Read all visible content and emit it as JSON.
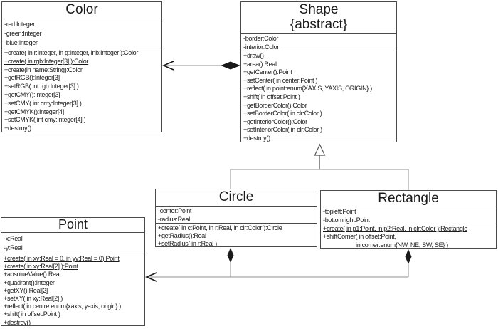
{
  "colors": {
    "background": "#ffffff",
    "box_border": "#4a4a4a",
    "connector_line": "#909090",
    "marker": "#1a1a1a",
    "text": "#1a1a1a"
  },
  "classes": {
    "color": {
      "title": "Color",
      "attributes": [
        "-red:Integer",
        "-green:Integer",
        "-blue:Integer"
      ],
      "methods": [
        {
          "text": "+create( in r:Integer, in g:Integer, inb:Integer ):Color",
          "static": true
        },
        {
          "text": "+create( in rgb:Integer[3] ):Color",
          "static": true
        },
        {
          "text": "+create(in name:String):Color",
          "static": true
        },
        {
          "text": "+getRGB():Integer[3]",
          "static": false
        },
        {
          "text": "+setRGB( int rgb:Integer[3] )",
          "static": false
        },
        {
          "text": "+getCMY():Integer[3]",
          "static": false
        },
        {
          "text": "+setCMY( int cmy:Integer[3] )",
          "static": false
        },
        {
          "text": "+getCMYK():Integer[4]",
          "static": false
        },
        {
          "text": "+setCMYK( int cmy:Integer[4] )",
          "static": false
        },
        {
          "text": "+destroy()",
          "static": false
        }
      ]
    },
    "shape": {
      "title": "Shape",
      "stereotype": "{abstract}",
      "attributes": [
        "-border:Color",
        "-interior:Color"
      ],
      "methods": [
        {
          "text": "+draw()",
          "static": false
        },
        {
          "text": "+area():Real",
          "static": false
        },
        {
          "text": "+getCenter():Point",
          "static": false
        },
        {
          "text": "+setCenter( in center:Point )",
          "static": false
        },
        {
          "text": "+reflect( in point:enum{XAXIS, YAXIS, ORIGIN} )",
          "static": false
        },
        {
          "text": "+shift( in offset:Point )",
          "static": false
        },
        {
          "text": "+getBorderColor():Color",
          "static": false
        },
        {
          "text": "+setBorderColor( in clr:Color )",
          "static": false
        },
        {
          "text": "+getInteriorColor():Color",
          "static": false
        },
        {
          "text": "+setInteriorColor( in clr:Color )",
          "static": false
        },
        {
          "text": "+destroy()",
          "static": false
        }
      ]
    },
    "circle": {
      "title": "Circle",
      "attributes": [
        "-center:Point",
        "-radius:Real"
      ],
      "methods": [
        {
          "text": "+create( in c:Point, in r:Real, in clr:Color ):Circle",
          "static": true
        },
        {
          "text": "+getRadius():Real",
          "static": false
        },
        {
          "text": "+setRadius( in r:Real )",
          "static": false
        }
      ]
    },
    "rectangle": {
      "title": "Rectangle",
      "attributes": [
        "-topleft:Point",
        "-bottomright:Point"
      ],
      "methods": [
        {
          "text": "+create( in p1:Point, in p2:Real, in clr:Color ):Rectangle",
          "static": true
        },
        {
          "text": "+shiftCorner( in offset:Point,",
          "static": false
        },
        {
          "text": "in corner:enum{NW, NE, SW, SE} )",
          "static": false,
          "continuation": true
        }
      ]
    },
    "point": {
      "title": "Point",
      "attributes": [
        "-x:Real",
        "-y:Real"
      ],
      "methods": [
        {
          "text": "+create( in xv:Real = 0, in yv:Real = 0):Point",
          "static": true
        },
        {
          "text": "+create( in xy:Real[2] ):Point",
          "static": true
        },
        {
          "text": "+absolueValue():Real",
          "static": false
        },
        {
          "text": "+quadrant():Integer",
          "static": false
        },
        {
          "text": "+getXY():Real[2]",
          "static": false
        },
        {
          "text": "+setXY( in xy:Real[2] )",
          "static": false
        },
        {
          "text": "+reflect( in centre:enum{xaxis, yaxis, origin} )",
          "static": false
        },
        {
          "text": "+shift( in offset:Point )",
          "static": false
        },
        {
          "text": "+destroy()",
          "static": false
        }
      ]
    }
  },
  "relationships": [
    {
      "type": "composition",
      "owner": "Shape",
      "part": "Color",
      "tail_marker": "filled-diamond",
      "head_marker": "open-arrow"
    },
    {
      "type": "generalization",
      "parent": "Shape",
      "children": [
        "Circle",
        "Rectangle"
      ],
      "head_marker": "hollow-triangle"
    },
    {
      "type": "composition",
      "owner": "Circle",
      "part": "Point",
      "tail_marker": "filled-diamond",
      "head_marker": "open-arrow"
    },
    {
      "type": "composition",
      "owner": "Rectangle",
      "part": "Point",
      "tail_marker": "filled-diamond",
      "head_marker": "open-arrow"
    }
  ]
}
